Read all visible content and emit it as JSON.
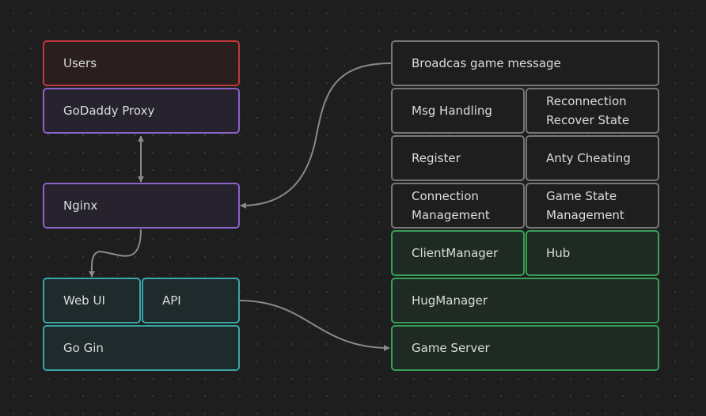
{
  "nodes": {
    "users": {
      "label": "Users"
    },
    "godaddy_proxy": {
      "label": "GoDaddy Proxy"
    },
    "nginx": {
      "label": "Nginx"
    },
    "web_ui": {
      "label": "Web UI"
    },
    "api": {
      "label": "API"
    },
    "go_gin": {
      "label": "Go Gin"
    },
    "broadcast": {
      "label": "Broadcas game message"
    },
    "msg_handling": {
      "label": "Msg Handling"
    },
    "reconnection": {
      "line1": "Reconnection",
      "line2": "Recover State"
    },
    "register": {
      "label": "Register"
    },
    "anty_cheating": {
      "label": "Anty Cheating"
    },
    "connection_mgmt": {
      "line1": "Connection",
      "line2": "Management"
    },
    "game_state_mgmt": {
      "line1": "Game State",
      "line2": "Management"
    },
    "client_manager": {
      "label": "ClientManager"
    },
    "hub": {
      "label": "Hub"
    },
    "hug_manager": {
      "label": "HugManager"
    },
    "game_server": {
      "label": "Game Server"
    }
  },
  "colors": {
    "background": "#1e1e1e",
    "red": "#c0393b",
    "purple": "#8a64c8",
    "teal": "#3aa6a8",
    "green": "#37a058",
    "gray": "#777777",
    "edge": "#8a8a8a",
    "text": "#dcdcdc"
  },
  "edges": [
    {
      "from": "godaddy_proxy",
      "to": "nginx",
      "bidirectional": true
    },
    {
      "from": "broadcast",
      "to": "nginx"
    },
    {
      "from": "nginx",
      "to": "web_ui"
    },
    {
      "from": "api",
      "to": "game_server"
    }
  ]
}
